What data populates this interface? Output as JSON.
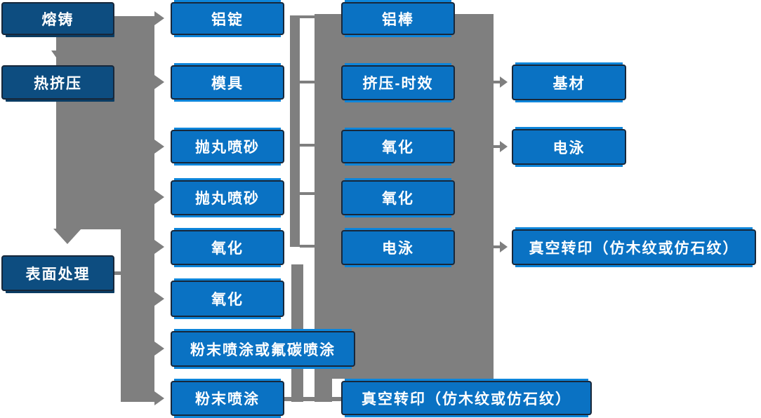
{
  "diagram_title": "",
  "colors": {
    "background": "#ffffff",
    "node_fill_blue": "#0a72c3",
    "node_fill_dark_navy": "#0d4d80",
    "node_border": "#17273a",
    "node_accent_line": "#0d85da",
    "connector_gray": "#7f7f7f",
    "text": "#ffffff"
  },
  "nodes": {
    "rongzhu": {
      "label": "熔铸"
    },
    "rejiya": {
      "label": "热挤压"
    },
    "biaomian": {
      "label": "表面处理"
    },
    "lvding": {
      "label": "铝锭"
    },
    "muju": {
      "label": "模具"
    },
    "paowan1": {
      "label": "抛丸喷砂"
    },
    "paowan2": {
      "label": "抛丸喷砂"
    },
    "yanghua1": {
      "label": "氧化"
    },
    "yanghua2": {
      "label": "氧化"
    },
    "fentan": {
      "label": "粉末喷涂或氟碳喷涂"
    },
    "fenmo": {
      "label": "粉末喷涂"
    },
    "lvbang": {
      "label": "铝棒"
    },
    "jiya": {
      "label": "挤压-时效"
    },
    "yanghua3": {
      "label": "氧化"
    },
    "yanghua4": {
      "label": "氧化"
    },
    "dianyong1": {
      "label": "电泳"
    },
    "zhenkong_bottom": {
      "label": "真空转印（仿木纹或仿石纹）"
    },
    "jicai": {
      "label": "基材"
    },
    "dianyong2": {
      "label": "电泳"
    },
    "zhenkong_right": {
      "label": "真空转印（仿木纹或仿石纹）"
    }
  },
  "edges": [
    {
      "from": "rongzhu",
      "to": "rejiya",
      "type": "down-arrow"
    },
    {
      "from": "rejiya",
      "to": "biaomian",
      "type": "down-arrow"
    },
    {
      "from": "stage-bus",
      "to": "lvding",
      "type": "right-arrow"
    },
    {
      "from": "stage-bus",
      "to": "muju",
      "type": "right-arrow"
    },
    {
      "from": "stage-bus",
      "to": "paowan1",
      "type": "right-arrow"
    },
    {
      "from": "stage-bus",
      "to": "paowan2",
      "type": "right-arrow"
    },
    {
      "from": "stage-bus",
      "to": "yanghua1",
      "type": "right-arrow"
    },
    {
      "from": "biaomian",
      "to": "yanghua2",
      "type": "right-arrow"
    },
    {
      "from": "biaomian",
      "to": "fentan",
      "type": "right-arrow"
    },
    {
      "from": "biaomian",
      "to": "fenmo",
      "type": "right-arrow"
    },
    {
      "from": "lvding",
      "to": "process-block",
      "type": "line"
    },
    {
      "from": "muju",
      "to": "process-block",
      "type": "line"
    },
    {
      "from": "paowan1",
      "to": "process-block",
      "type": "line"
    },
    {
      "from": "paowan2",
      "to": "process-block",
      "type": "line"
    },
    {
      "from": "yanghua1",
      "to": "process-block",
      "type": "line"
    },
    {
      "from": "jiya",
      "to": "jicai",
      "type": "right-arrow"
    },
    {
      "from": "yanghua3",
      "to": "dianyong2",
      "type": "right-arrow"
    },
    {
      "from": "dianyong1",
      "to": "zhenkong_right",
      "type": "right-arrow"
    },
    {
      "from": "fenmo",
      "to": "zhenkong_bottom",
      "type": "line"
    }
  ]
}
